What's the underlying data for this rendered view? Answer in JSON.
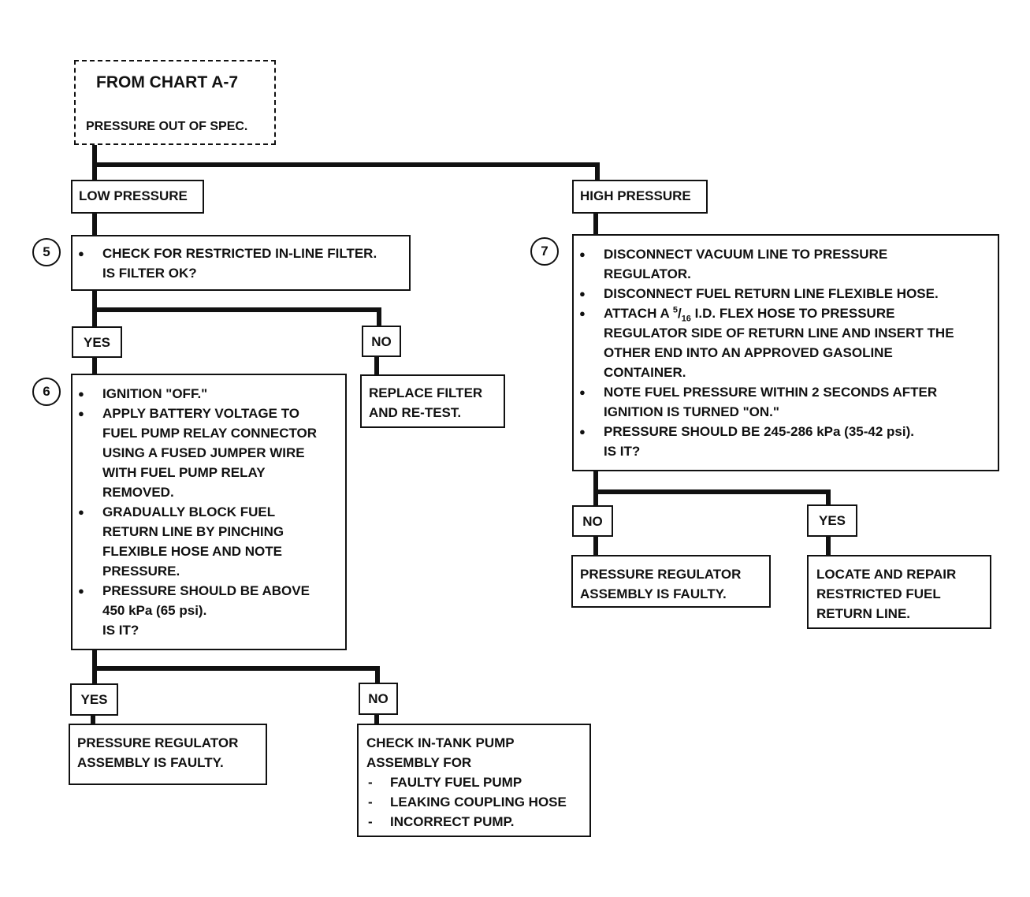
{
  "start": {
    "title": "FROM CHART A-7",
    "subtitle": "PRESSURE OUT OF SPEC."
  },
  "low_pressure": {
    "label": "LOW PRESSURE"
  },
  "high_pressure": {
    "label": "HIGH PRESSURE"
  },
  "step5": {
    "number": "5",
    "items": [
      [
        "CHECK FOR RESTRICTED IN-LINE FILTER.",
        "IS FILTER OK?"
      ]
    ]
  },
  "step5_yes": {
    "label": "YES"
  },
  "step5_no": {
    "label": "NO"
  },
  "replace_filter": {
    "lines": [
      "REPLACE FILTER",
      "AND RE-TEST."
    ]
  },
  "step6": {
    "number": "6",
    "items": [
      [
        "IGNITION \"OFF.\""
      ],
      [
        "APPLY BATTERY VOLTAGE TO",
        "FUEL PUMP RELAY CONNECTOR",
        "USING A FUSED JUMPER WIRE",
        "WITH FUEL PUMP RELAY",
        "REMOVED."
      ],
      [
        "GRADUALLY BLOCK FUEL",
        "RETURN LINE BY PINCHING",
        "FLEXIBLE HOSE AND NOTE",
        "PRESSURE."
      ],
      [
        "PRESSURE SHOULD BE ABOVE",
        "450 kPa (65 psi).",
        "IS IT?"
      ]
    ]
  },
  "step6_yes": {
    "label": "YES"
  },
  "step6_no": {
    "label": "NO"
  },
  "regulator_faulty_low": {
    "lines": [
      "PRESSURE REGULATOR",
      "ASSEMBLY IS FAULTY."
    ]
  },
  "check_in_tank": {
    "lines": [
      "CHECK IN-TANK PUMP",
      "ASSEMBLY FOR"
    ],
    "items": [
      "FAULTY FUEL PUMP",
      "LEAKING COUPLING HOSE",
      "INCORRECT PUMP."
    ]
  },
  "step7": {
    "number": "7",
    "items": [
      [
        "DISCONNECT VACUUM LINE TO PRESSURE",
        "REGULATOR."
      ],
      [
        "DISCONNECT FUEL RETURN LINE FLEXIBLE HOSE."
      ],
      [
        "ATTACH A 5/16 I.D. FLEX HOSE TO PRESSURE",
        "REGULATOR SIDE OF RETURN LINE AND INSERT THE",
        "OTHER END INTO  AN  APPROVED GASOLINE",
        "CONTAINER."
      ],
      [
        "NOTE FUEL PRESSURE WITHIN 2 SECONDS AFTER",
        "IGNITION  IS TURNED \"ON.\""
      ],
      [
        "PRESSURE SHOULD BE 245-286 kPa  (35-42 psi).",
        "IS IT?"
      ]
    ]
  },
  "step7_no": {
    "label": "NO"
  },
  "step7_yes": {
    "label": "YES"
  },
  "regulator_faulty_high": {
    "lines": [
      "PRESSURE REGULATOR",
      "ASSEMBLY IS FAULTY."
    ]
  },
  "locate_repair": {
    "lines": [
      "LOCATE AND REPAIR",
      "RESTRICTED FUEL",
      "RETURN LINE."
    ]
  }
}
